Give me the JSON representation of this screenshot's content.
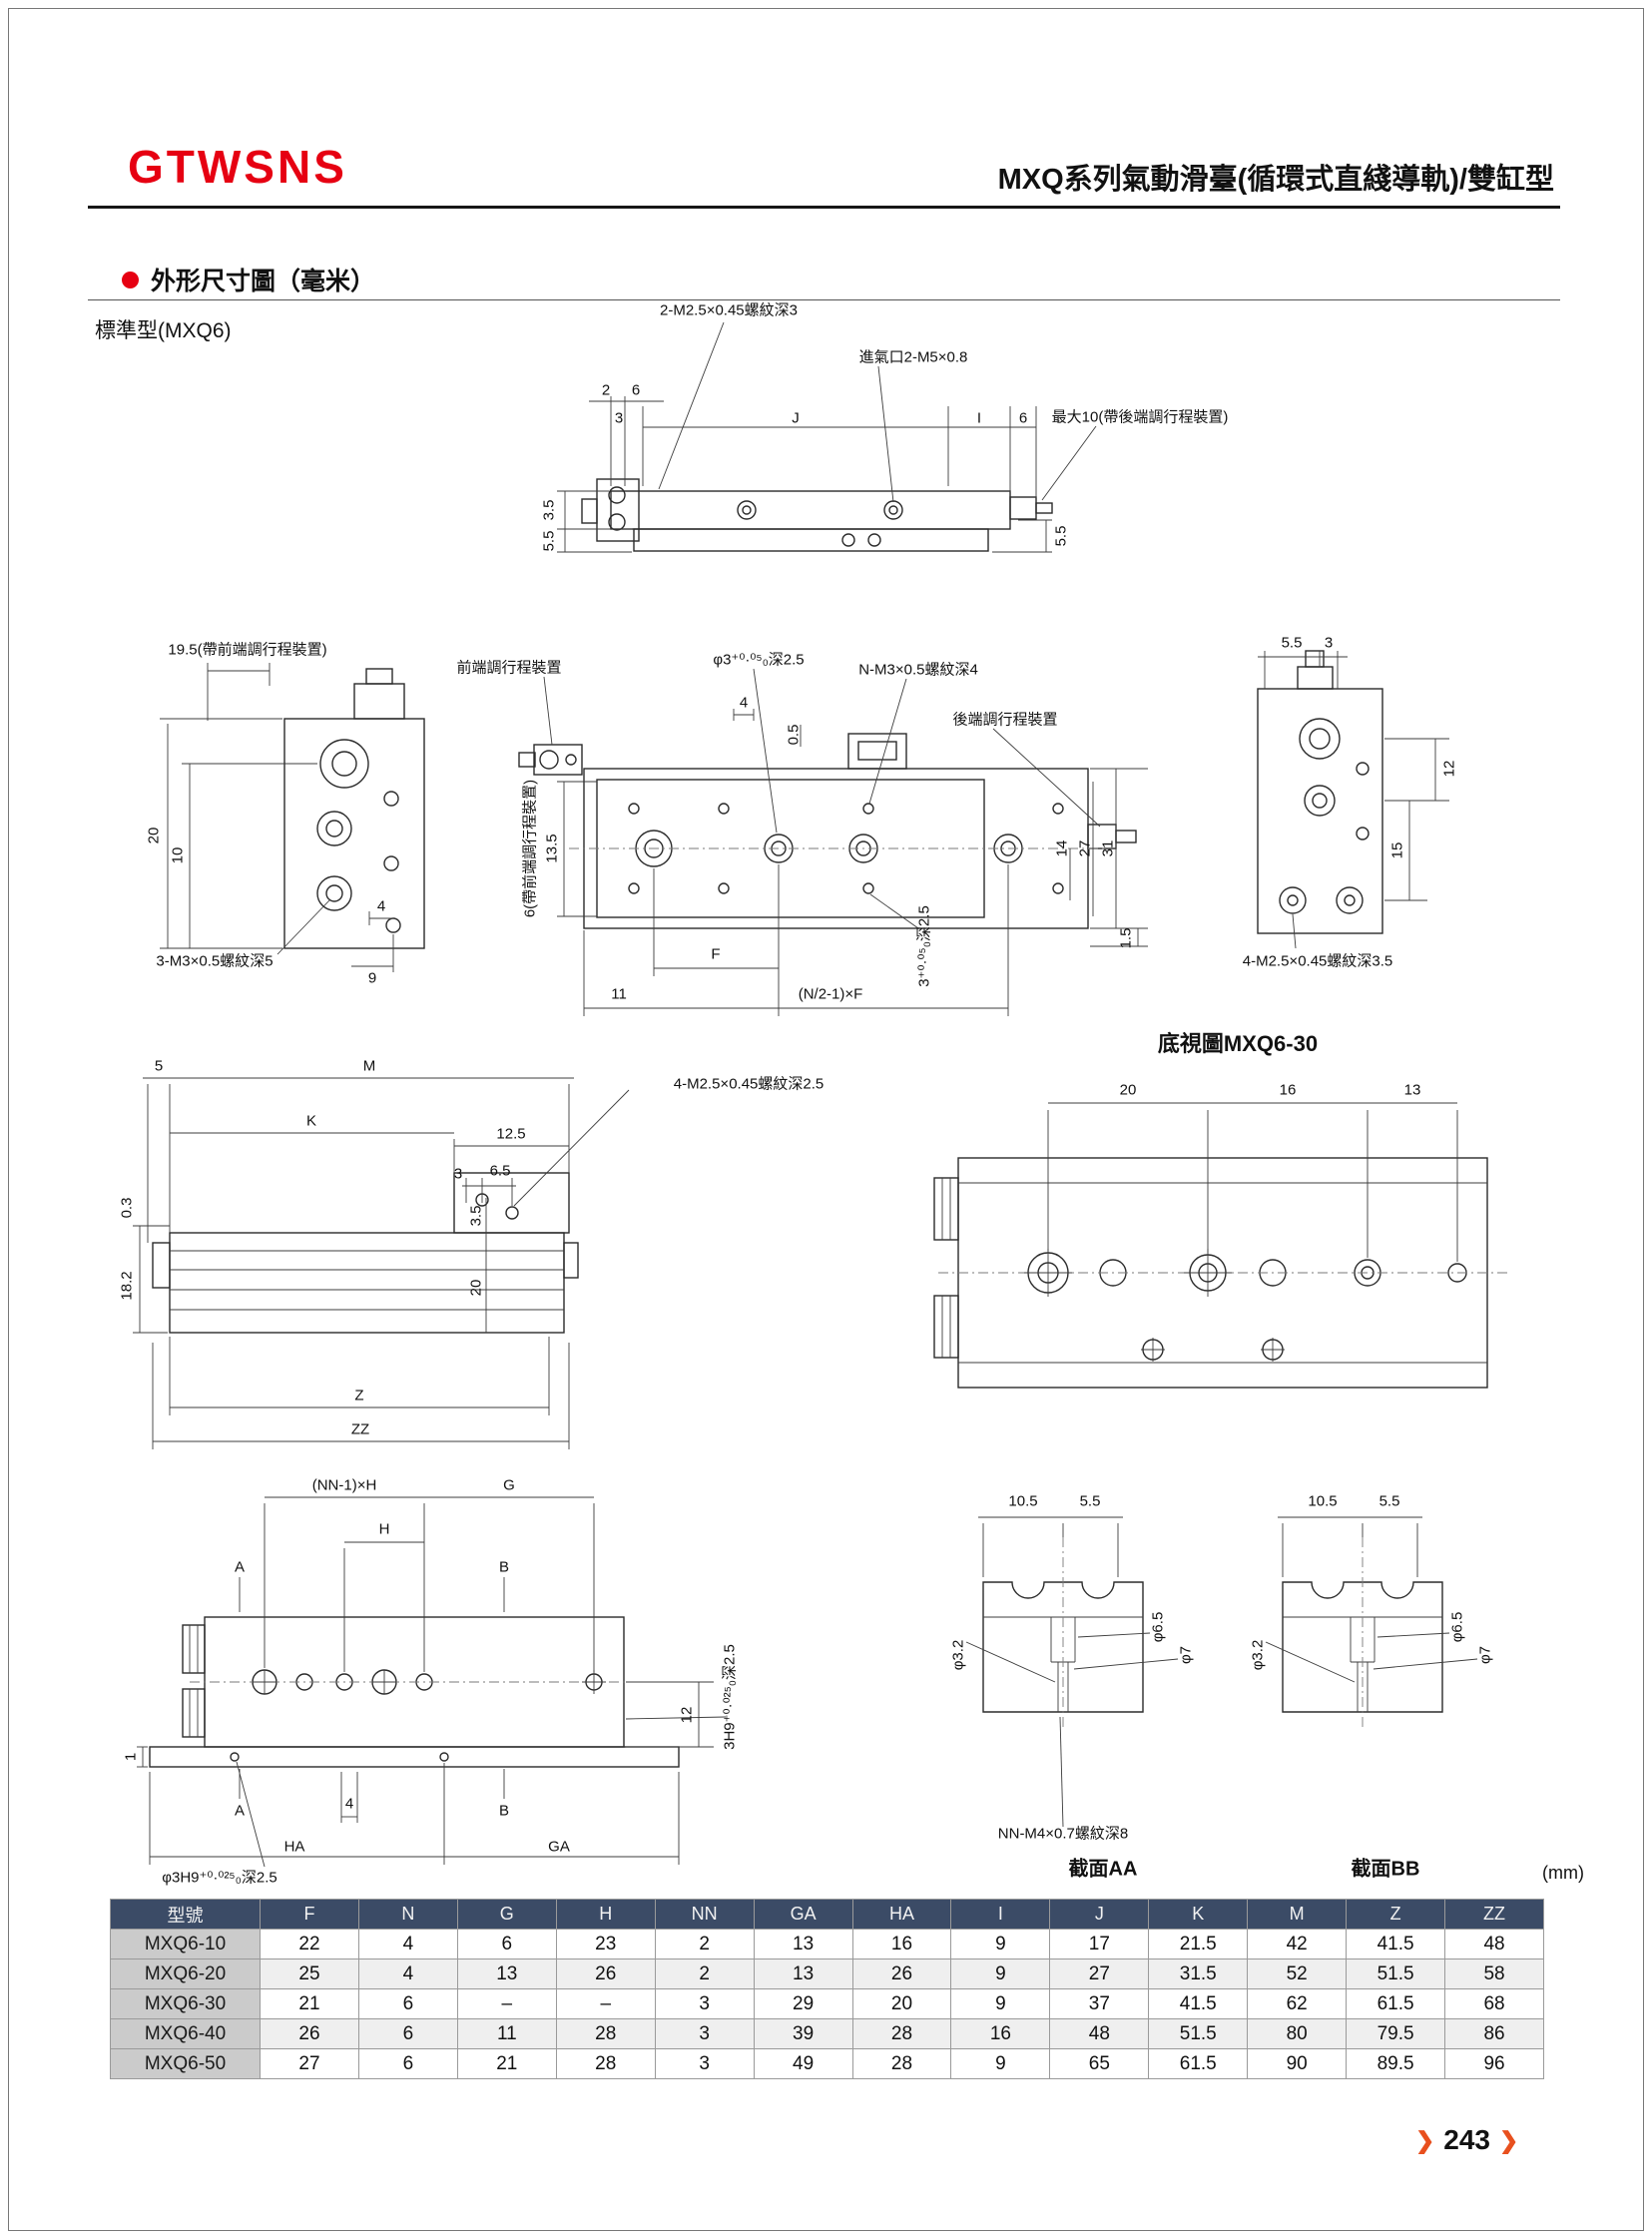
{
  "header": {
    "brand": "GTWSNS",
    "title": "MXQ系列氣動滑臺(循環式直綫導軌)/雙缸型"
  },
  "section": {
    "title": "外形尺寸圖（毫米）",
    "model": "標準型(MXQ6)"
  },
  "units_label": "(mm)",
  "footer": {
    "page_number": "243",
    "arrow": "❯"
  },
  "drawings": {
    "top_view": {
      "callout_thread": "2-M2.5×0.45螺紋深3",
      "callout_inlet": "進氣口2-M5×0.8",
      "callout_max": "最大10(帶後端調行程裝置)",
      "dim_2": "2",
      "dim_6a": "6",
      "dim_3": "3",
      "dim_j": "J",
      "dim_i": "I",
      "dim_6b": "6",
      "dim_3_5": "3.5",
      "dim_5_5a": "5.5",
      "dim_5_5b": "5.5"
    },
    "left_end_view": {
      "callout_19_5": "19.5(帶前端調行程裝置)",
      "dim_20": "20",
      "dim_10": "10",
      "dim_4": "4",
      "dim_9": "9",
      "callout_thread": "3-M3×0.5螺紋深5"
    },
    "plan_view": {
      "callout_front": "前端調行程裝置",
      "callout_hole": "φ3⁺⁰·⁰⁵₀深2.5",
      "callout_thread": "N-M3×0.5螺紋深4",
      "callout_rear": "後端調行程裝置",
      "dim_4": "4",
      "dim_0_5": "0.5",
      "dim_13_5": "13.5",
      "dim_6_note": "6(帶前端調行程裝置)",
      "dim_f": "F",
      "dim_11": "11",
      "dim_nf": "(N/2-1)×F",
      "callout_hole2": "3⁺⁰·⁰⁵₀深2.5",
      "dim_1_5": "1.5",
      "dim_14": "14",
      "dim_27": "27",
      "dim_31": "31"
    },
    "right_end_view": {
      "dim_5_5": "5.5",
      "dim_3": "3",
      "dim_12": "12",
      "dim_15": "15",
      "callout_thread": "4-M2.5×0.45螺紋深3.5"
    },
    "side_view": {
      "dim_5": "5",
      "dim_m": "M",
      "dim_k": "K",
      "dim_12_5": "12.5",
      "dim_3": "3",
      "dim_6_5": "6.5",
      "callout_thread": "4-M2.5×0.45螺紋深2.5",
      "dim_0_3": "0.3",
      "dim_18_2": "18.2",
      "dim_3_5": "3.5",
      "dim_20": "20",
      "dim_z": "Z",
      "dim_zz": "ZZ"
    },
    "bottom_view": {
      "title": "底視圖MXQ6-30",
      "dim_20": "20",
      "dim_16": "16",
      "dim_13": "13"
    },
    "mount_view": {
      "dim_nnh": "(NN-1)×H",
      "dim_g": "G",
      "dim_h": "H",
      "dim_a_top": "A",
      "dim_b_top": "B",
      "dim_1": "1",
      "dim_a_bot": "A",
      "dim_4": "4",
      "dim_b_bot": "B",
      "dim_ha": "HA",
      "dim_ga": "GA",
      "dim_12": "12",
      "callout_slot": "3H9⁺⁰·⁰²⁵₀深2.5",
      "callout_hole": "φ3H9⁺⁰·⁰²⁵₀深2.5"
    },
    "sections": {
      "aa": {
        "dim_10_5": "10.5",
        "dim_5_5": "5.5",
        "dia_3_2": "φ3.2",
        "dia_6_5": "φ6.5",
        "dia_7": "φ7",
        "caption": "截面AA"
      },
      "bb": {
        "dim_10_5": "10.5",
        "dim_5_5": "5.5",
        "dia_3_2": "φ3.2",
        "dia_6_5": "φ6.5",
        "dia_7": "φ7",
        "caption": "截面BB"
      },
      "callout_thread": "NN-M4×0.7螺紋深8"
    }
  },
  "table": {
    "headers": [
      "型號",
      "F",
      "N",
      "G",
      "H",
      "NN",
      "GA",
      "HA",
      "I",
      "J",
      "K",
      "M",
      "Z",
      "ZZ"
    ],
    "rows": [
      [
        "MXQ6-10",
        "22",
        "4",
        "6",
        "23",
        "2",
        "13",
        "16",
        "9",
        "17",
        "21.5",
        "42",
        "41.5",
        "48"
      ],
      [
        "MXQ6-20",
        "25",
        "4",
        "13",
        "26",
        "2",
        "13",
        "26",
        "9",
        "27",
        "31.5",
        "52",
        "51.5",
        "58"
      ],
      [
        "MXQ6-30",
        "21",
        "6",
        "–",
        "–",
        "3",
        "29",
        "20",
        "9",
        "37",
        "41.5",
        "62",
        "61.5",
        "68"
      ],
      [
        "MXQ6-40",
        "26",
        "6",
        "11",
        "28",
        "3",
        "39",
        "28",
        "16",
        "48",
        "51.5",
        "80",
        "79.5",
        "86"
      ],
      [
        "MXQ6-50",
        "27",
        "6",
        "21",
        "28",
        "3",
        "49",
        "28",
        "9",
        "65",
        "61.5",
        "90",
        "89.5",
        "96"
      ]
    ]
  }
}
